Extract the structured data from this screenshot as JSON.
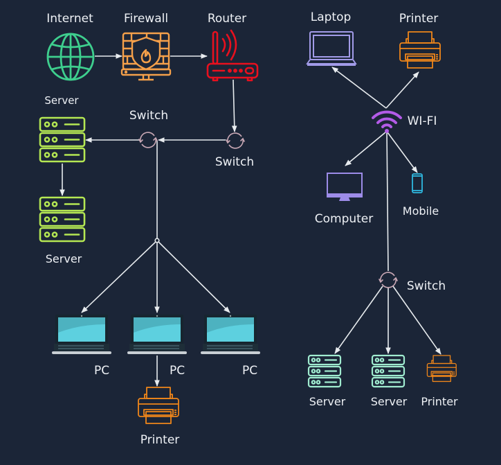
{
  "background": "#1b2537",
  "colors": {
    "link": "#e8ecef",
    "internet": "#3ecf8e",
    "firewall": "#f5a04a",
    "router": "#e8101e",
    "server_lime": "#b5e853",
    "server_mint": "#a0ecd0",
    "switch": "#c9a8b5",
    "wifi": "#b35be8",
    "laptop_outline": "#a29be8",
    "printer": "#f0861a",
    "monitor": "#9d8ce8",
    "mobile": "#2fb8e0",
    "pc_screen": "#4fc6d6"
  },
  "nodes": {
    "internet": {
      "label": "Internet",
      "icon": "globe-icon"
    },
    "firewall": {
      "label": "Firewall",
      "icon": "firewall-icon"
    },
    "router": {
      "label": "Router",
      "icon": "router-icon"
    },
    "server_top": {
      "label": "Server",
      "icon": "server-icon"
    },
    "server_bottom": {
      "label": "Server",
      "icon": "server-icon"
    },
    "switch_left": {
      "label": "Switch",
      "icon": "switch-icon"
    },
    "switch_router": {
      "label": "Switch",
      "icon": "switch-icon"
    },
    "pc_1": {
      "label": "PC",
      "icon": "laptop-icon"
    },
    "pc_2": {
      "label": "PC",
      "icon": "laptop-icon"
    },
    "pc_3": {
      "label": "PC",
      "icon": "laptop-icon"
    },
    "printer_left": {
      "label": "Printer",
      "icon": "printer-icon"
    },
    "laptop": {
      "label": "Laptop",
      "icon": "laptop-outline-icon"
    },
    "printer_wifi": {
      "label": "Printer",
      "icon": "printer-icon"
    },
    "wifi": {
      "label": "WI-FI",
      "icon": "wifi-icon"
    },
    "computer": {
      "label": "Computer",
      "icon": "monitor-icon"
    },
    "mobile": {
      "label": "Mobile",
      "icon": "smartphone-icon"
    },
    "switch_right": {
      "label": "Switch",
      "icon": "switch-icon"
    },
    "server_r1": {
      "label": "Server",
      "icon": "server-icon"
    },
    "server_r2": {
      "label": "Server",
      "icon": "server-icon"
    },
    "printer_right": {
      "label": "Printer",
      "icon": "printer-icon"
    }
  },
  "links": [
    {
      "from": "internet",
      "to": "firewall"
    },
    {
      "from": "firewall",
      "to": "router"
    },
    {
      "from": "router",
      "to": "switch_router"
    },
    {
      "from": "switch_router",
      "to": "switch_left"
    },
    {
      "from": "switch_left",
      "to": "server_top"
    },
    {
      "from": "server_top",
      "to": "server_bottom"
    },
    {
      "from": "switch_left",
      "to": "pc_1"
    },
    {
      "from": "switch_left",
      "to": "pc_2"
    },
    {
      "from": "switch_left",
      "to": "pc_3"
    },
    {
      "from": "pc_2",
      "to": "printer_left"
    },
    {
      "from": "wifi",
      "to": "laptop"
    },
    {
      "from": "wifi",
      "to": "printer_wifi"
    },
    {
      "from": "wifi",
      "to": "computer"
    },
    {
      "from": "wifi",
      "to": "mobile"
    },
    {
      "from": "wifi",
      "to": "switch_right"
    },
    {
      "from": "switch_right",
      "to": "server_r1"
    },
    {
      "from": "switch_right",
      "to": "server_r2"
    },
    {
      "from": "switch_right",
      "to": "printer_right"
    }
  ]
}
